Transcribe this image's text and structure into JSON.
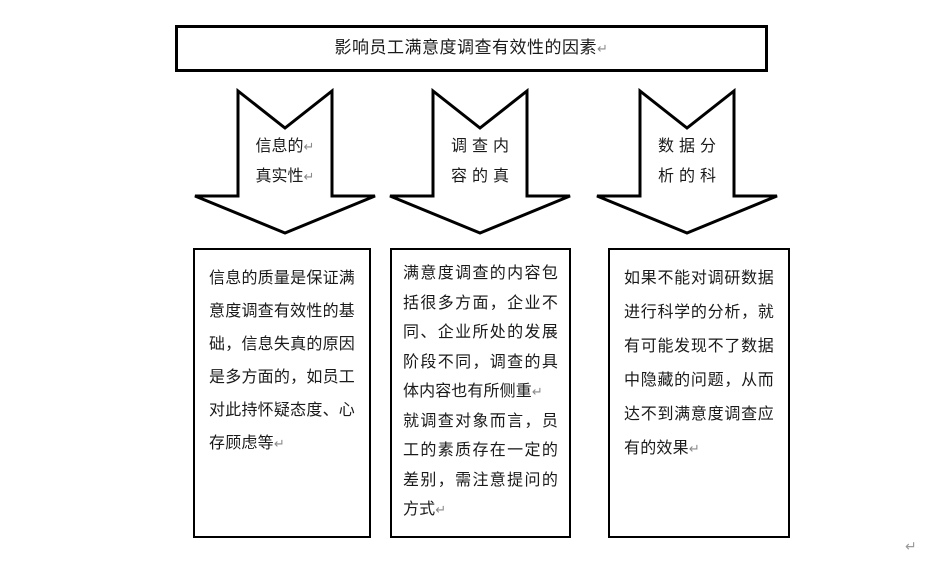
{
  "document": {
    "title_banner": {
      "text": "影响员工满意度调查有效性的因素",
      "pilcrow": "↵"
    },
    "arrows": [
      {
        "name": "信息的真实性",
        "line1": "信息的",
        "line1_mark": "↵",
        "line2": "真实性",
        "line2_mark": "↵",
        "justified": false
      },
      {
        "name": "调查内容的真实性",
        "line1": "调查内",
        "line1_mark": "",
        "line2": "容的真",
        "line2_mark": "",
        "justified": true
      },
      {
        "name": "数据分析的科学性",
        "line1": "数据分",
        "line1_mark": "",
        "line2": "析的科",
        "line2_mark": "",
        "justified": true
      }
    ],
    "boxes": [
      {
        "id": "box-1",
        "paragraphs": [
          {
            "text": "信息的质量是保证满意度调查有效性的基础，信息失真的原因是多方面的，如员工对此持怀疑态度、心存顾虑等",
            "pilcrow": "↵"
          }
        ]
      },
      {
        "id": "box-2",
        "paragraphs": [
          {
            "text": "满意度调查的内容包括很多方面，企业不同、企业所处的发展阶段不同，调查的具体内容也有所侧重",
            "pilcrow": "↵"
          },
          {
            "text": "就调查对象而言，员工的素质存在一定的差别，需注意提问的方式",
            "pilcrow": "↵"
          }
        ]
      },
      {
        "id": "box-3",
        "paragraphs": [
          {
            "text": "如果不能对调研数据进行科学的分析，就有可能发现不了数据中隐藏的问题，从而达不到满意度调查应有的效果",
            "pilcrow": "↵"
          }
        ]
      }
    ],
    "page_end_mark": "↵",
    "colors": {
      "stroke": "#000000",
      "text": "#1a1a1a",
      "pilcrow": "#8a8a8a",
      "background": "#ffffff"
    }
  }
}
